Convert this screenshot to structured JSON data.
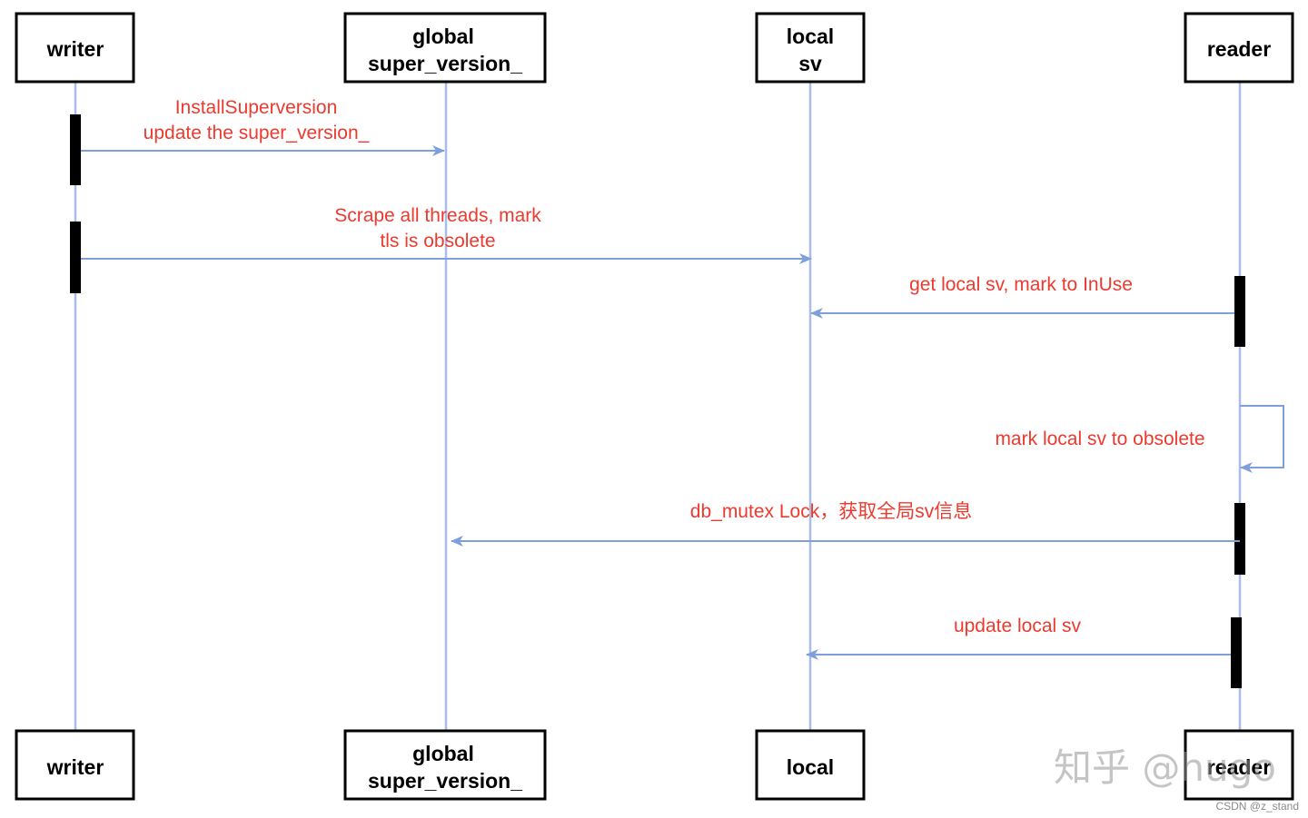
{
  "participants_top": [
    {
      "id": "writer",
      "lines": [
        "writer"
      ]
    },
    {
      "id": "global",
      "lines": [
        "global",
        "super_version_"
      ]
    },
    {
      "id": "local",
      "lines": [
        "local",
        "sv"
      ]
    },
    {
      "id": "reader",
      "lines": [
        "reader"
      ]
    }
  ],
  "participants_bottom": [
    {
      "id": "writer",
      "lines": [
        "writer"
      ]
    },
    {
      "id": "global",
      "lines": [
        "global",
        "super_version_"
      ]
    },
    {
      "id": "local",
      "lines": [
        "local"
      ]
    },
    {
      "id": "reader",
      "lines": [
        "reader"
      ]
    }
  ],
  "messages": [
    {
      "from": "writer",
      "to": "global",
      "lines": [
        "InstallSuperversion",
        "update the super_version_"
      ]
    },
    {
      "from": "writer",
      "to": "local",
      "lines": [
        "Scrape all threads, mark",
        "tls is obsolete"
      ]
    },
    {
      "from": "reader",
      "to": "local",
      "lines": [
        "get local sv, mark to InUse"
      ]
    },
    {
      "from": "reader",
      "to": "reader",
      "lines": [
        "mark local sv to obsolete"
      ],
      "self": true
    },
    {
      "from": "reader",
      "to": "global",
      "lines": [
        "db_mutex Lock，获取全局sv信息"
      ]
    },
    {
      "from": "reader",
      "to": "local",
      "lines": [
        "update local sv"
      ]
    }
  ],
  "activations": [
    {
      "participant": "writer",
      "message": 0
    },
    {
      "participant": "writer",
      "message": 1
    },
    {
      "participant": "reader",
      "message": 2
    },
    {
      "participant": "reader",
      "message": 4
    },
    {
      "participant": "reader",
      "message": 5
    }
  ],
  "colors": {
    "message_text": "#ec3a2f",
    "arrow": "#7f9fdc",
    "lifeline": "#a9bde6",
    "box_border": "#000000"
  },
  "watermark": "知乎 @hugo",
  "credit": "CSDN @z_stand"
}
